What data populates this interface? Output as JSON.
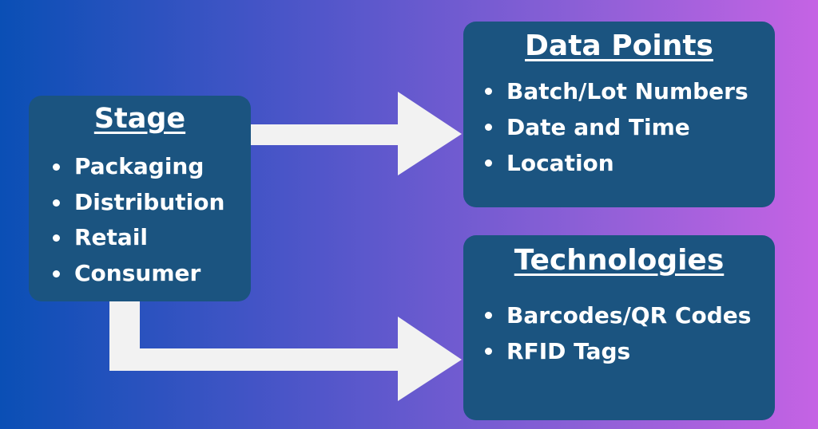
{
  "stage": {
    "title": "Stage",
    "items": [
      "Packaging",
      "Distribution",
      "Retail",
      "Consumer"
    ]
  },
  "data_points": {
    "title": "Data Points",
    "items": [
      "Batch/Lot Numbers",
      "Date and Time",
      "Location"
    ]
  },
  "technologies": {
    "title": "Technologies",
    "items": [
      "Barcodes/QR Codes",
      "RFID Tags"
    ]
  },
  "colors": {
    "background_start": "#0a4fb5",
    "background_end": "#c563e4",
    "box_fill": "#1b5480",
    "arrow_fill": "#f2f2f2",
    "text": "#ffffff"
  }
}
